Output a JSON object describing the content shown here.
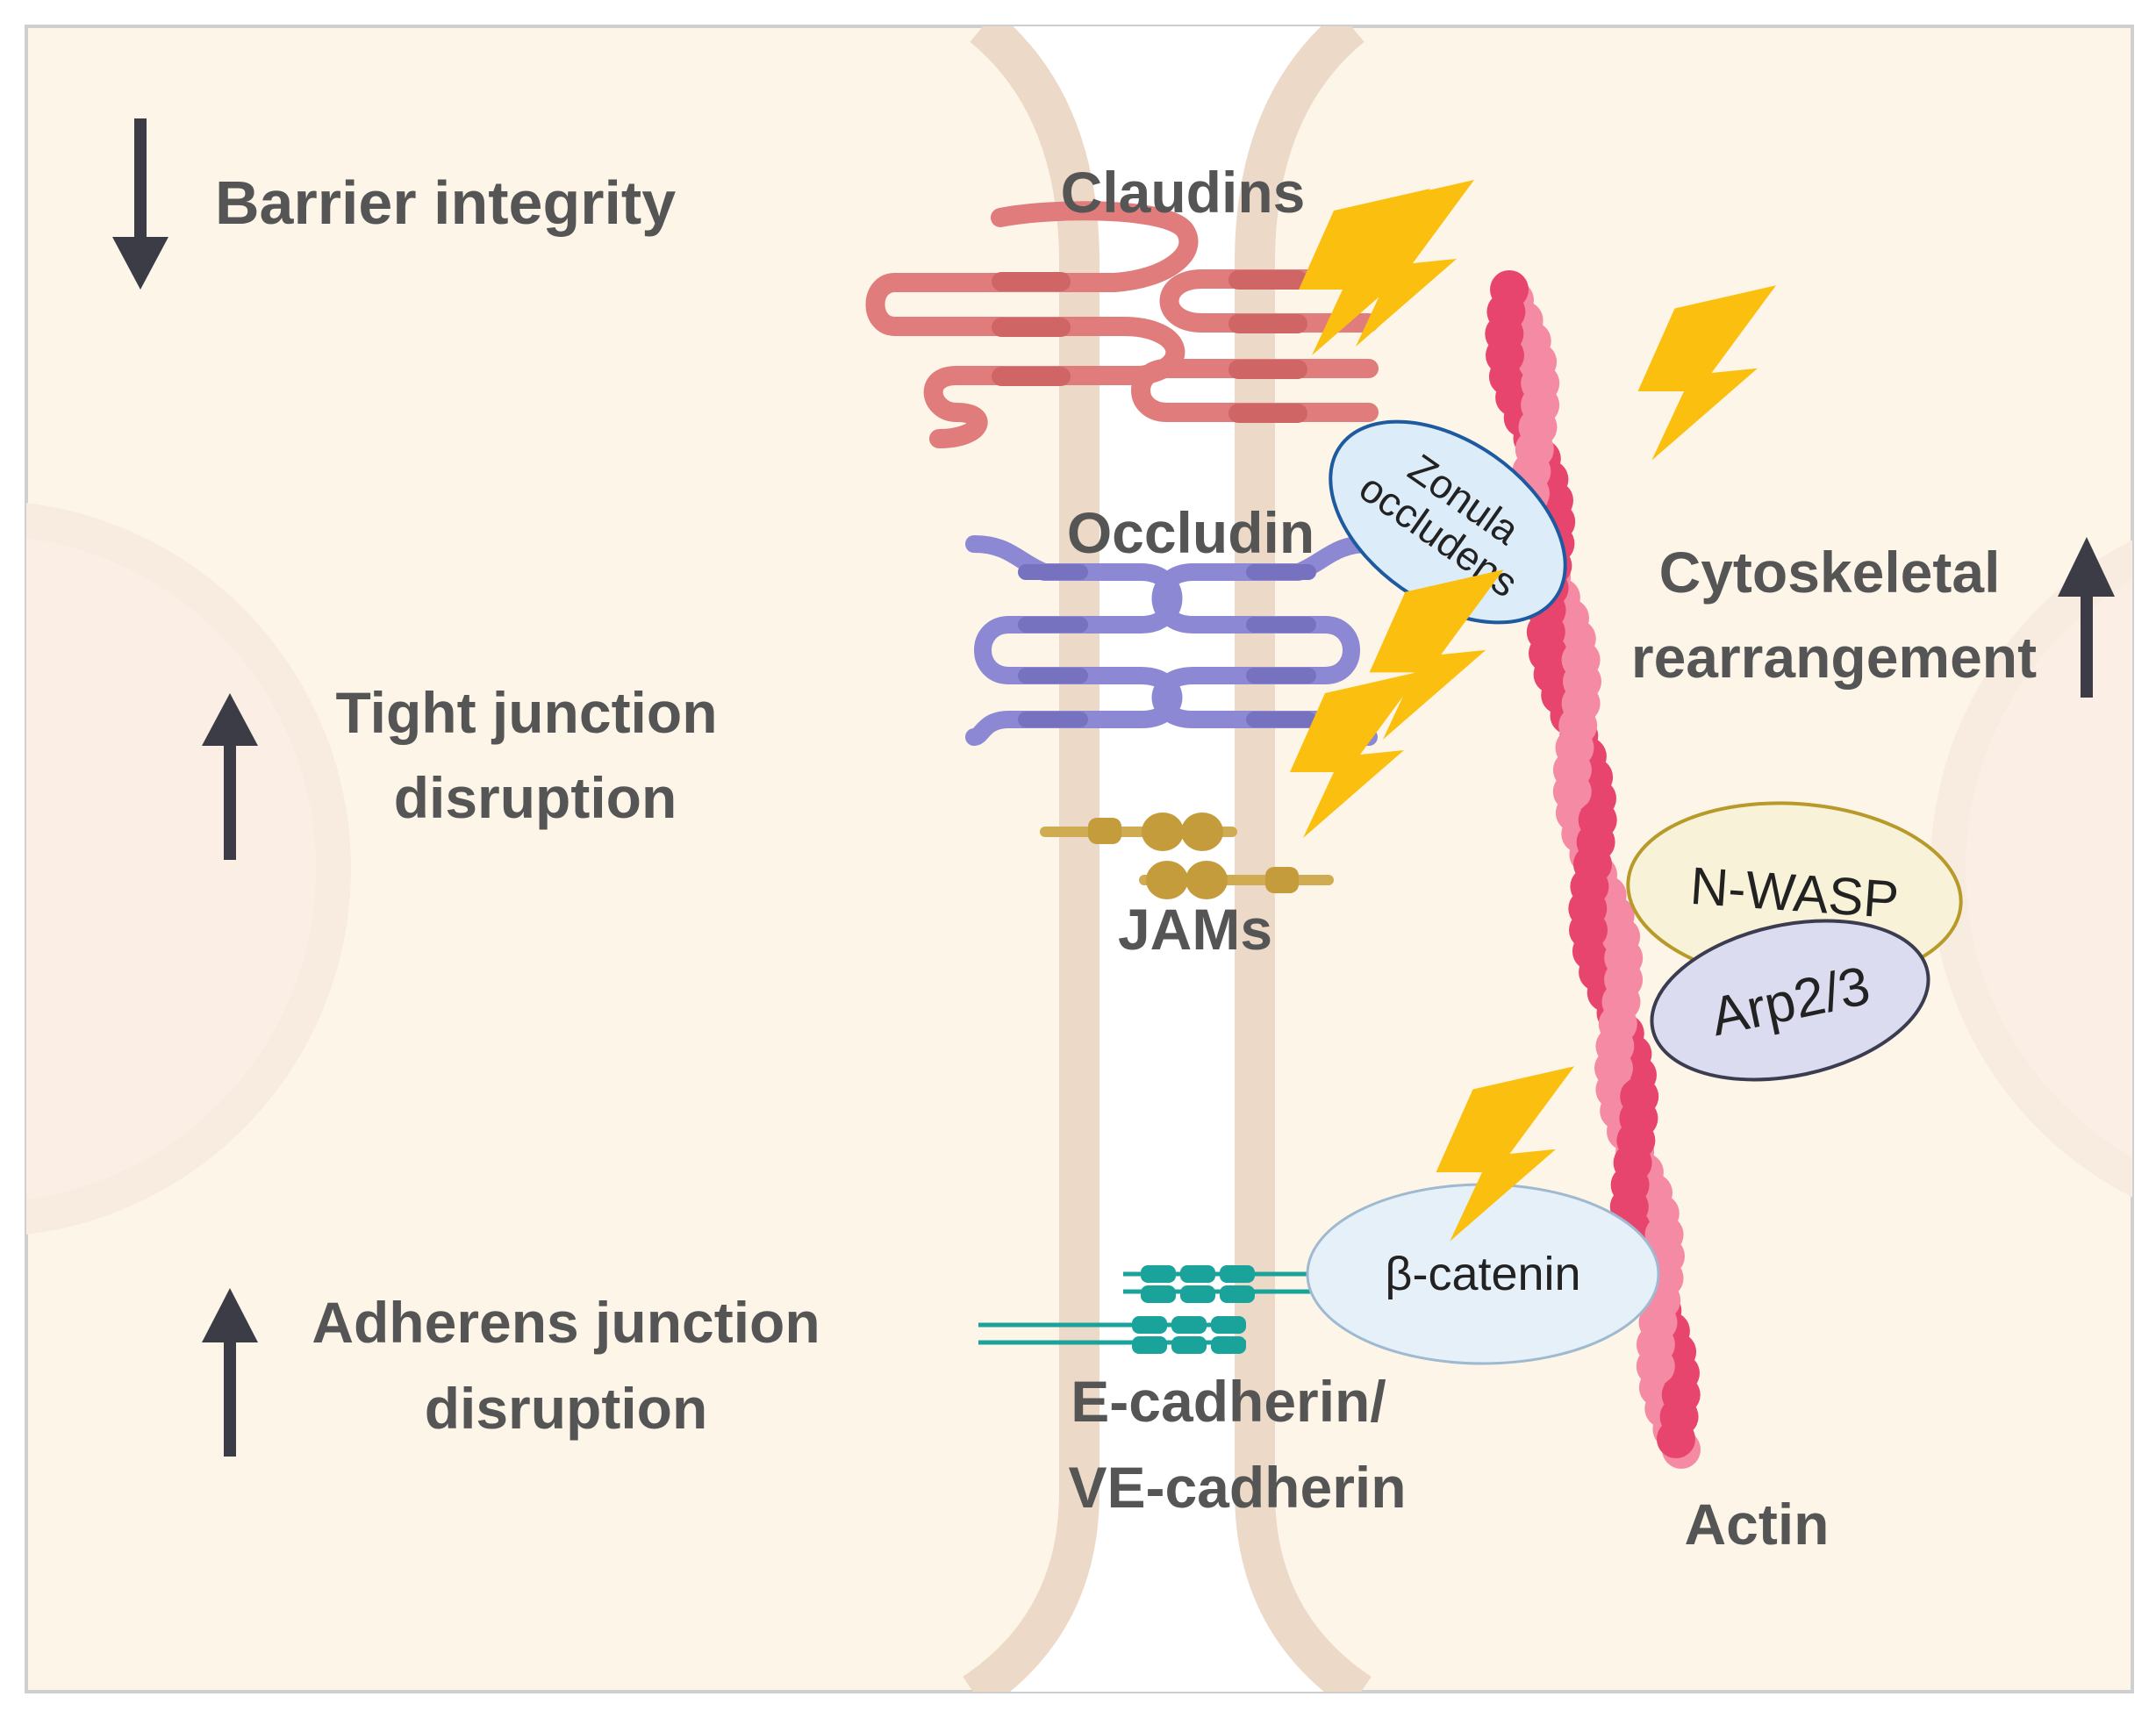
{
  "labels": {
    "barrier": "Barrier integrity",
    "tight_1": "Tight junction",
    "tight_2": "disruption",
    "adherens_1": "Adherens junction",
    "adherens_2": "disruption",
    "claudins": "Claudins",
    "occludin": "Occludin",
    "jams": "JAMs",
    "cadherin_1": "E-cadherin/",
    "cadherin_2": "VE-cadherin",
    "zo_1": "Zonula",
    "zo_2": "occludens",
    "cyto_1": "Cytoskeletal",
    "cyto_2": "rearrangement",
    "nwasp": "N-WASP",
    "arp": "Arp2/3",
    "catenin": "β-catenin",
    "actin": "Actin"
  },
  "arrows": {
    "barrier": "down",
    "tight_junction": "up",
    "adherens_junction": "up",
    "cytoskeletal": "up"
  },
  "colors": {
    "background": "#fdf6e8",
    "membrane": "#ecd9c8",
    "nucleus": "#fbeee0",
    "claudin": "#e07c7c",
    "occludin": "#8c88d4",
    "jam": "#cfab52",
    "cadherin": "#1aa39a",
    "actin_dark": "#e8456e",
    "actin_light": "#f58aa4",
    "lightning": "#fbbf0f",
    "arrow": "#3c3c46",
    "zonula": "#dcecf8",
    "nwasp": "#f8f3d8",
    "arp": "#dcdcf0",
    "catenin": "#e6f0f8"
  },
  "icons": {
    "arrow": "arrow-icon",
    "lightning": "lightning-bolt-icon"
  }
}
